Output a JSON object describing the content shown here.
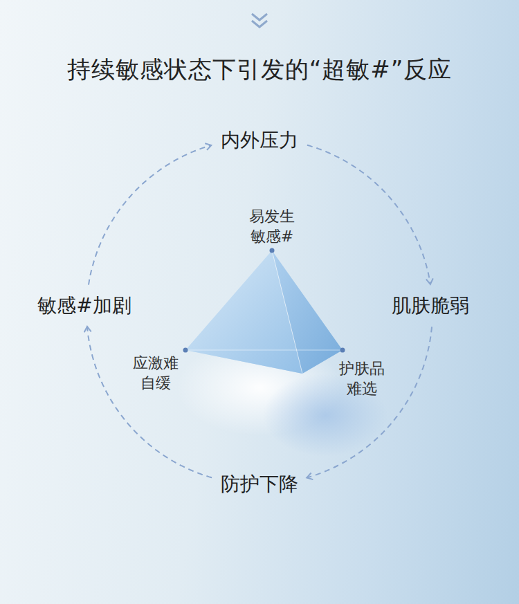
{
  "diagram": {
    "title": "持续敏感状态下引发的“超敏#”反应",
    "nodes": [
      {
        "text": [
          "内外压力"
        ]
      },
      {
        "text": [
          "肌肤脆弱"
        ]
      },
      {
        "text": [
          "防护下降"
        ]
      },
      {
        "text": [
          "敏感#加剧"
        ]
      }
    ],
    "edges": [
      {
        "from": 0,
        "to": 1,
        "arrow": "to"
      },
      {
        "from": 1,
        "to": 2,
        "arrow": "to"
      },
      {
        "from": 2,
        "to": 3,
        "arrow": "to"
      },
      {
        "from": 3,
        "to": 0,
        "arrow": "to"
      }
    ],
    "labels": [
      "易发生 敏感#",
      "应激难 自缓",
      "护肤品 难选"
    ]
  }
}
